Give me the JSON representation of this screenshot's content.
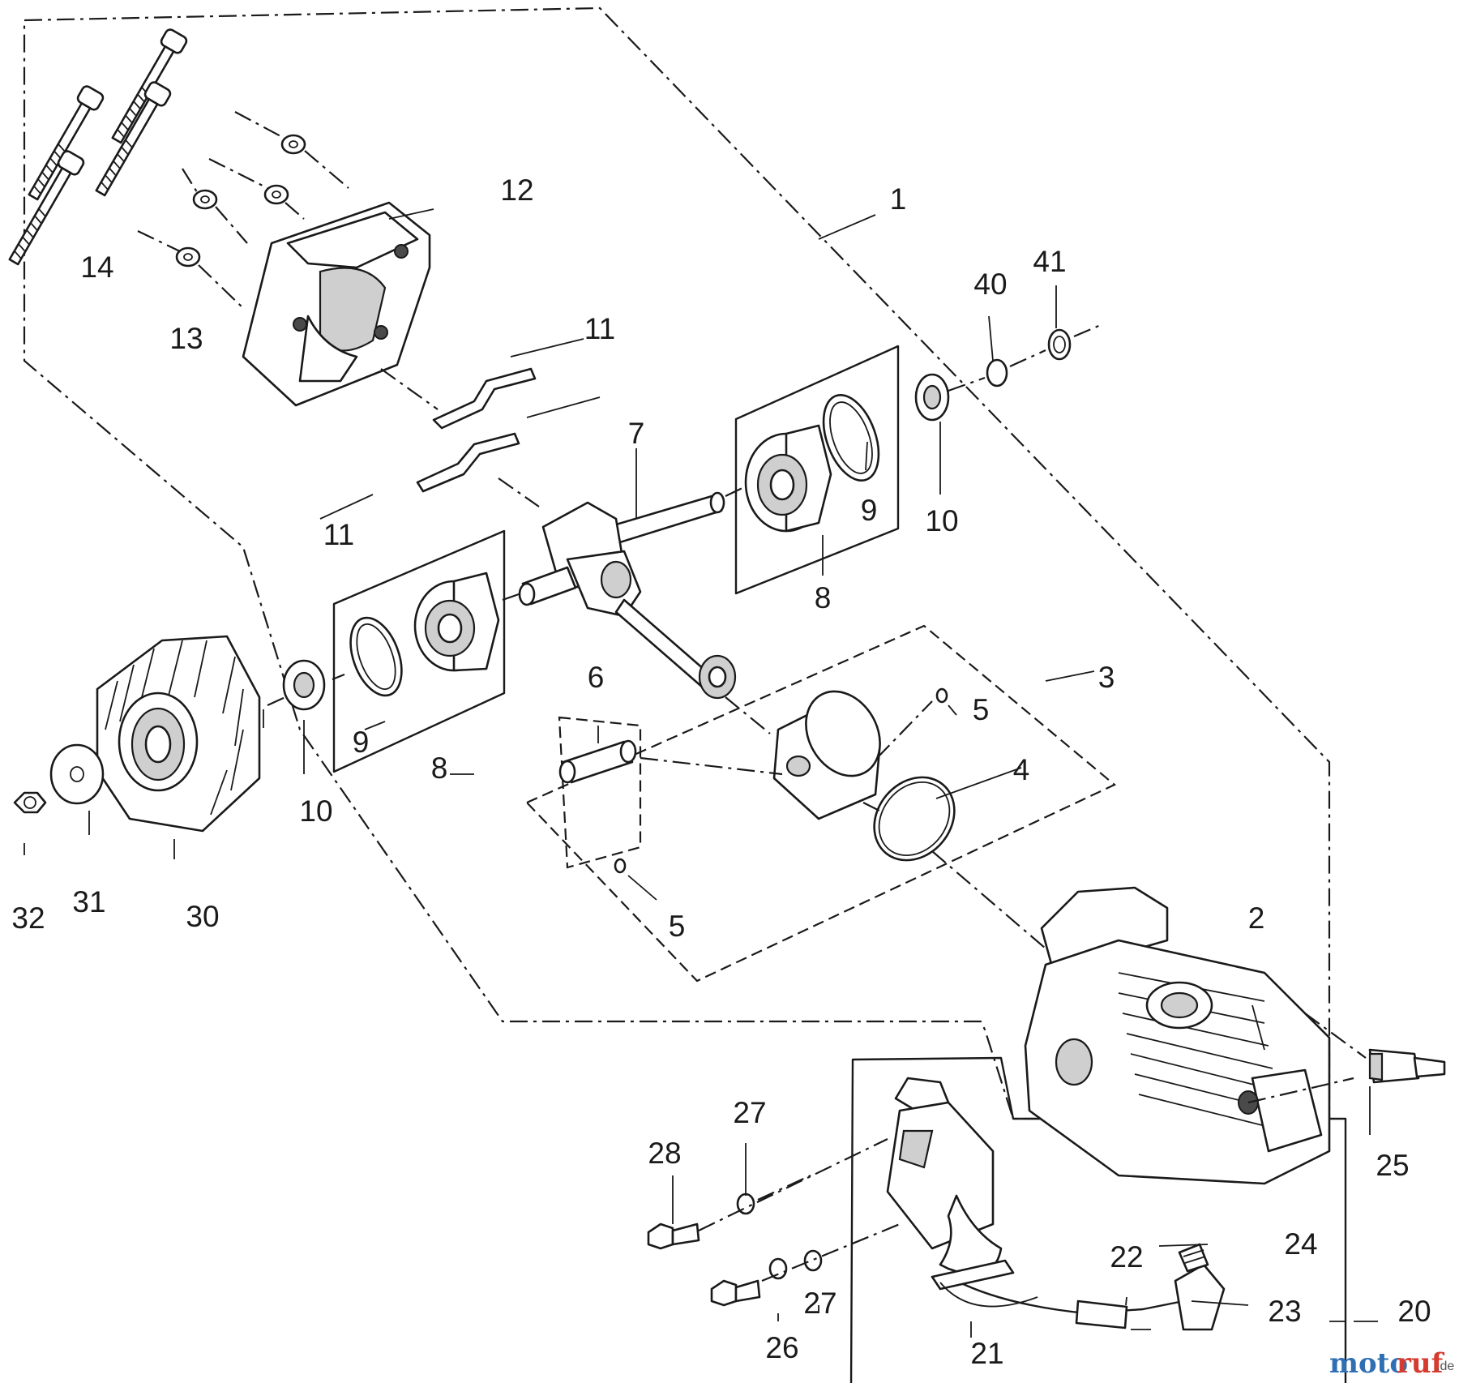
{
  "labels": {
    "p1": "1",
    "p2": "2",
    "p3": "3",
    "p4": "4",
    "p5a": "5",
    "p5b": "5",
    "p6": "6",
    "p7": "7",
    "p8a": "8",
    "p8b": "8",
    "p9a": "9",
    "p9b": "9",
    "p10a": "10",
    "p10b": "10",
    "p11a": "11",
    "p11b": "11",
    "p12": "12",
    "p13": "13",
    "p14": "14",
    "p20": "20",
    "p21": "21",
    "p22": "22",
    "p23": "23",
    "p24": "24",
    "p25": "25",
    "p26": "26",
    "p27a": "27",
    "p27b": "27",
    "p28": "28",
    "p30": "30",
    "p31": "31",
    "p32": "32",
    "p40": "40",
    "p41": "41"
  },
  "watermark": {
    "part1": "moto",
    "part2": "ruf",
    "suffix": ".de"
  }
}
